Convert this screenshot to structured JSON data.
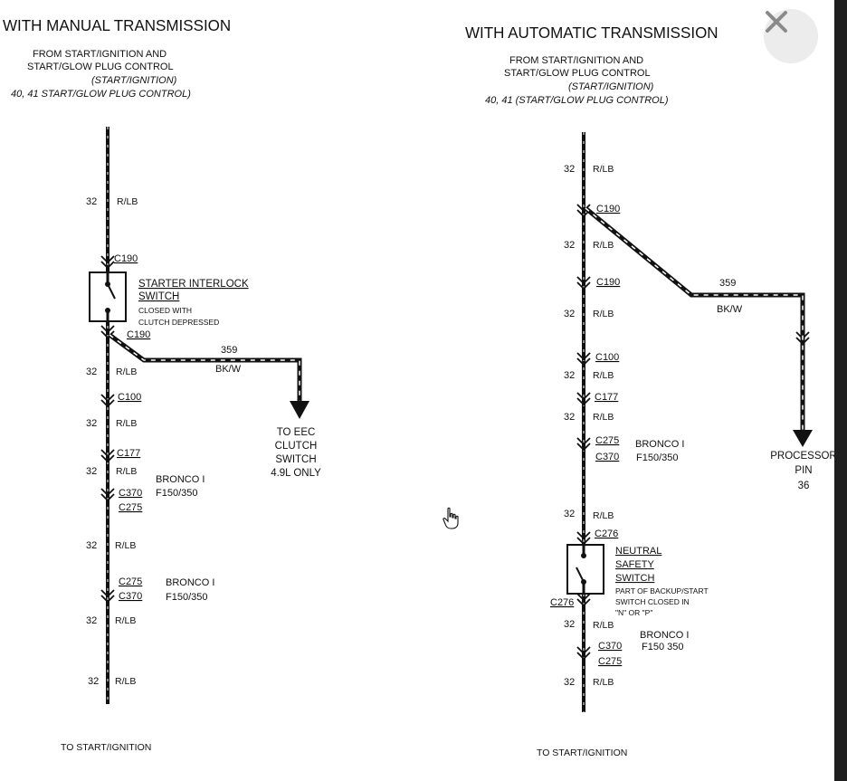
{
  "left": {
    "title": "WITH MANUAL TRANSMISSION",
    "from_lines": [
      "FROM START/IGNITION AND",
      "START/GLOW PLUG CONTROL"
    ],
    "from_italic": [
      "(START/IGNITION)",
      "40, 41 START/GLOW PLUG CONTROL)"
    ],
    "circuit": "32",
    "wire_color": "R/LB",
    "wire_color_last": "R/LB",
    "c190_top": "C190",
    "c190_side": "C190",
    "c100": "C100",
    "c177": "C177",
    "c370_a": "C370",
    "c275_a": "C275",
    "c275_b": "C275",
    "c370_b": "C370",
    "switch_name": [
      "STARTER INTERLOCK",
      "SWITCH"
    ],
    "switch_notes": [
      "CLOSED WITH",
      "CLUTCH DEPRESSED"
    ],
    "branch_circuit": "359",
    "branch_color": "BK/W",
    "branch_dest": [
      "TO EEC",
      "CLUTCH",
      "SWITCH",
      "4.9L ONLY"
    ],
    "models_a": [
      "BRONCO I",
      "F150/350"
    ],
    "models_b": [
      "BRONCO I",
      "F150/350"
    ],
    "bottom": "TO START/IGNITION"
  },
  "right": {
    "title": "WITH AUTOMATIC TRANSMISSION",
    "from_lines": [
      "FROM START/IGNITION AND",
      "START/GLOW PLUG CONTROL"
    ],
    "from_italic": [
      "(START/IGNITION)",
      "40, 41 (START/GLOW PLUG CONTROL)"
    ],
    "circuit": "32",
    "wire_color": "R/LB",
    "c190_a": "C190",
    "c190_b": "C190",
    "c100": "C100",
    "c177": "C177",
    "c275_a": "C275",
    "c370_a": "C370",
    "c276_a": "C276",
    "c276_b": "C276",
    "c370_b": "C370",
    "c275_b": "C275",
    "branch_circuit": "359",
    "branch_color": "BK/W",
    "branch_dest": [
      "PROCESSOR",
      "PIN",
      "36"
    ],
    "models_a": [
      "BRONCO I",
      "F150/350"
    ],
    "models_b": [
      "BRONCO I",
      "F150 350"
    ],
    "switch_name": [
      "NEUTRAL",
      "SAFETY",
      "SWITCH"
    ],
    "switch_notes": [
      "PART OF BACKUP/START",
      "SWITCH CLOSED IN",
      "\"N\" OR \"P\""
    ],
    "bottom": "TO START/IGNITION"
  },
  "ui": {
    "close_icon": "close-icon",
    "cursor_icon": "hand-pointer-icon"
  }
}
